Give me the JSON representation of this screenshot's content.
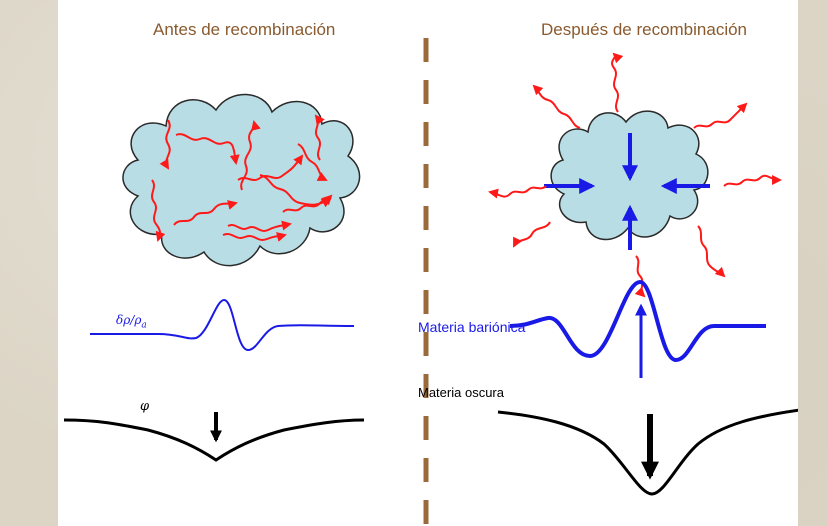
{
  "headings": {
    "before": "Antes de recombinación",
    "after": "Después de recombinación"
  },
  "labels": {
    "baryonic_matter": "Materia bariónica",
    "dark_matter": "Materia oscura",
    "density_contrast": "δρ/ρ",
    "density_contrast_subscript": "a",
    "potential": "φ"
  },
  "colors": {
    "heading": "#8a5a2e",
    "divider": "#9b6a3a",
    "cloud_fill": "#b9dde4",
    "photon": "#ff1a1a",
    "baryon_curve": "#1a1ae6",
    "potential_curve": "#000000"
  }
}
